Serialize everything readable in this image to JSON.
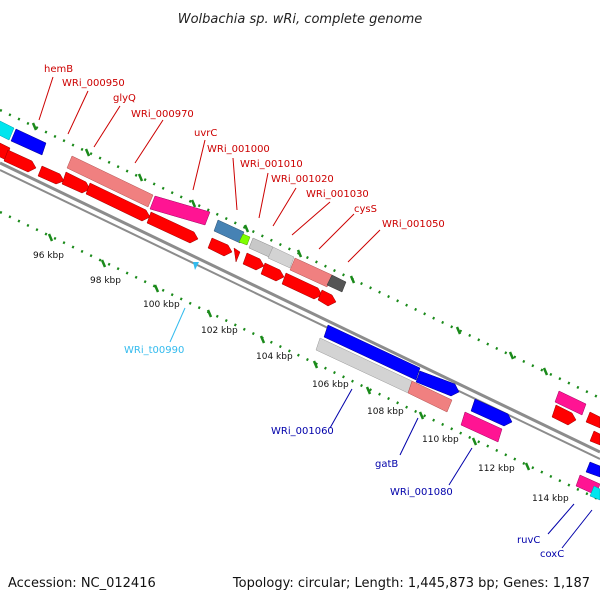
{
  "title": "Wolbachia sp. wRi, complete genome",
  "footer": {
    "accession": "Accession: NC_012416",
    "summary": "Topology: circular; Length: 1,445,873 bp; Genes: 1,187"
  },
  "colors": {
    "red_arrow": "#ff0000",
    "pink": "#ff1493",
    "salmon": "#f08080",
    "blue": "#0000ff",
    "cyan": "#00e5ee",
    "gray": "#c8c8c8",
    "dark_gray": "#555555",
    "steel_blue": "#4682b4",
    "lime": "#7fff00",
    "backbone": "#8c8c8c",
    "tick_green": "#1a8a1a",
    "label_red": "#cc0000",
    "label_blue": "#0000aa",
    "label_cyan": "#33bbee"
  },
  "ticks": [
    {
      "label": "96 kbp"
    },
    {
      "label": "98 kbp"
    },
    {
      "label": "100 kbp"
    },
    {
      "label": "102 kbp"
    },
    {
      "label": "104 kbp"
    },
    {
      "label": "106 kbp"
    },
    {
      "label": "108 kbp"
    },
    {
      "label": "110 kbp"
    },
    {
      "label": "112 kbp"
    },
    {
      "label": "114 kbp"
    }
  ],
  "gene_labels": [
    {
      "text": "hemB",
      "strand": "forward"
    },
    {
      "text": "WRi_000950",
      "strand": "forward"
    },
    {
      "text": "glyQ",
      "strand": "forward"
    },
    {
      "text": "WRi_000970",
      "strand": "forward"
    },
    {
      "text": "uvrC",
      "strand": "forward"
    },
    {
      "text": "WRi_001000",
      "strand": "forward"
    },
    {
      "text": "WRi_001010",
      "strand": "forward"
    },
    {
      "text": "WRi_001020",
      "strand": "forward"
    },
    {
      "text": "WRi_001030",
      "strand": "forward"
    },
    {
      "text": "cysS",
      "strand": "forward"
    },
    {
      "text": "WRi_001050",
      "strand": "forward"
    },
    {
      "text": "WRi_t00990",
      "strand": "trna"
    },
    {
      "text": "WRi_001060",
      "strand": "reverse"
    },
    {
      "text": "gatB",
      "strand": "reverse"
    },
    {
      "text": "WRi_001080",
      "strand": "reverse"
    },
    {
      "text": "ruvC",
      "strand": "reverse"
    },
    {
      "text": "coxC",
      "strand": "reverse"
    }
  ]
}
